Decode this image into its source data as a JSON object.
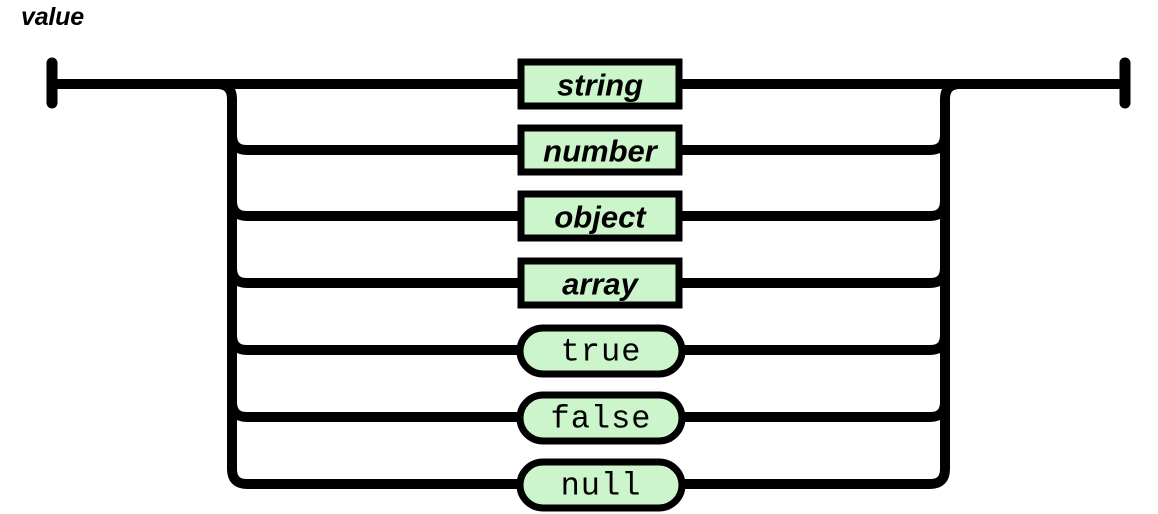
{
  "diagram": {
    "title": "value",
    "type": "railroad-syntax-diagram",
    "colors": {
      "node_fill": "#ccf5cc",
      "stroke": "#000000",
      "background": "#ffffff",
      "text": "#000000"
    },
    "alternatives": [
      {
        "label": "string",
        "kind": "nonterminal",
        "shape": "rectangle"
      },
      {
        "label": "number",
        "kind": "nonterminal",
        "shape": "rectangle"
      },
      {
        "label": "object",
        "kind": "nonterminal",
        "shape": "rectangle"
      },
      {
        "label": "array",
        "kind": "nonterminal",
        "shape": "rectangle"
      },
      {
        "label": "true",
        "kind": "terminal",
        "shape": "rounded"
      },
      {
        "label": "false",
        "kind": "terminal",
        "shape": "rounded"
      },
      {
        "label": "null",
        "kind": "terminal",
        "shape": "rounded"
      }
    ],
    "endpoints": {
      "start": "entry-bar",
      "end": "exit-bar"
    }
  }
}
